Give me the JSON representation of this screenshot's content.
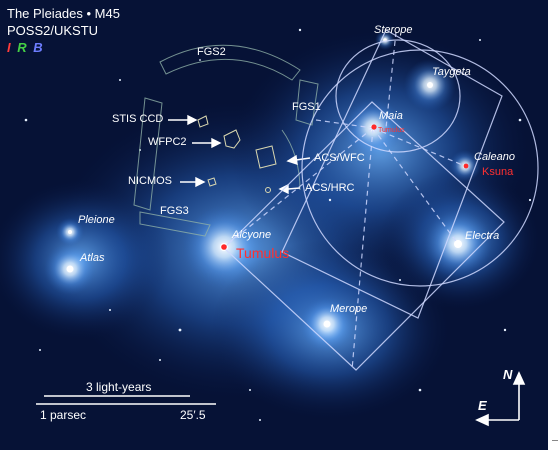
{
  "header": {
    "title": "The Pleiades • M45",
    "survey": "POSS2/UKSTU",
    "bands": [
      {
        "letter": "I",
        "color": "#ff3b3b"
      },
      {
        "letter": "R",
        "color": "#45d045"
      },
      {
        "letter": "B",
        "color": "#6d7dff"
      }
    ]
  },
  "stars": {
    "sterope": "Sterope",
    "taygeta": "Taygeta",
    "maia": "Maia",
    "caleano": "Caleano",
    "electra": "Electra",
    "alcyone": "Alcyone",
    "pleione": "Pleione",
    "atlas": "Atlas",
    "merope": "Merope"
  },
  "tumuli": {
    "maia_small": "Tumulus",
    "caleano": "Ksuna",
    "alcyone": "Tumulus"
  },
  "instruments": {
    "fgs2": "FGS2",
    "fgs1": "FGS1",
    "fgs3": "FGS3",
    "stis_ccd": "STIS CCD",
    "wfpc2": "WFPC2",
    "nicmos": "NICMOS",
    "acs_wfc": "ACS/WFC",
    "acs_hrc": "ACS/HRC"
  },
  "scale": {
    "light_years": "3 light-years",
    "parsec": "1 parsec",
    "arcmin": "25′.5"
  },
  "compass": {
    "north": "N",
    "east": "E"
  },
  "colors": {
    "overlay_lines": "#cfd8ff",
    "tumulus_red": "#ff3030",
    "sky_dark": "#050d2a",
    "nebula_blue": "#2f7cd9"
  }
}
